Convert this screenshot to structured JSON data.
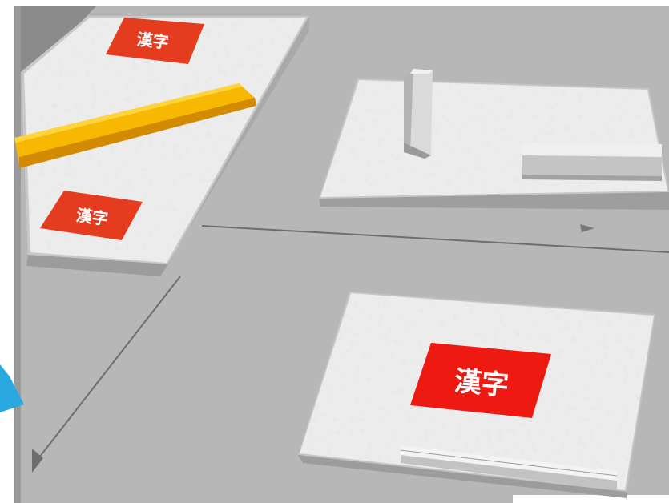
{
  "scene": {
    "description_free": true,
    "colors": {
      "floor": "#b9b9b9",
      "floor_dark": "#a9a9a9",
      "frame": "#7c7c7c",
      "slab_top": "#ecebeb",
      "slab_side": "#c9c9c9",
      "slab_edge": "#9a9a9a",
      "sign_red": "#e53b1f",
      "sign_red_bright": "#ee1a12",
      "rail_yellow": "#f6b800",
      "rail_dark": "#d28a00",
      "accent_blue": "#29a9e0"
    },
    "signs": [
      {
        "name": "sign-top-left",
        "text": "漢字"
      },
      {
        "name": "sign-mid-left",
        "text": "漢字"
      },
      {
        "name": "sign-bottom-right",
        "text": "漢字"
      }
    ]
  }
}
